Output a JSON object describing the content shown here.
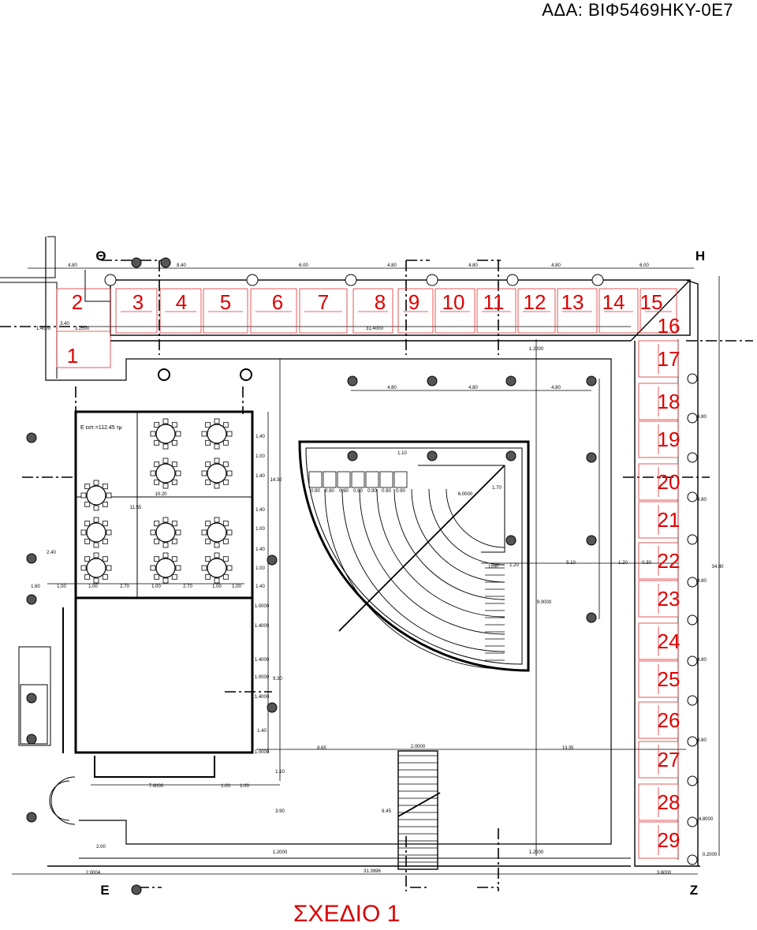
{
  "header": {
    "ada": "ΑΔΑ: ΒΙΦ5469ΗΚΥ-0Ε7"
  },
  "caption": "ΣΧΕΔΙΟ 1",
  "grid_labels": {
    "theta": "Θ",
    "eta": "Η",
    "epsilon": "Ε",
    "zeta": "Ζ"
  },
  "room_label": "Ε εστ.=112.45 τμ",
  "colors": {
    "stall_numbers": "#e00000",
    "stall_lines": "#e03030",
    "drawing": "#000000"
  },
  "stalls_top": [
    "2",
    "3",
    "4",
    "5",
    "6",
    "7",
    "8",
    "9",
    "10",
    "11",
    "12",
    "13",
    "14",
    "15"
  ],
  "stalls_corner": [
    "16"
  ],
  "stalls_right": [
    "17",
    "18",
    "19",
    "20",
    "21",
    "22",
    "23",
    "24",
    "25",
    "26",
    "27",
    "28",
    "29"
  ],
  "stall_left": [
    "1"
  ],
  "dims": {
    "top": [
      "4.80",
      "8.40",
      "6.00",
      "4.80",
      "4.80",
      "4.80",
      "6.00"
    ],
    "top_total": "31.4000",
    "left_small": [
      "3.40",
      "3.2500",
      "1.4000"
    ],
    "inner_top": [
      "4.80",
      "4.80",
      "4.80"
    ],
    "inner_mid": "1.2000",
    "right_col": [
      "4.80",
      "4.80",
      "4.80",
      "4.80",
      "4.80"
    ],
    "right_total": "34.80",
    "right_bottom": [
      "4.8000",
      "0.2000"
    ],
    "bottom": [
      "2.0004",
      "31.3996",
      "3.6000"
    ],
    "bottom_mid": [
      "1.2000",
      "1.2000"
    ],
    "hall_rows": [
      "1.60",
      "1.00",
      "1.00",
      "2.70",
      "1.00",
      "2.70",
      "1.00",
      "1.00"
    ],
    "hall_side": [
      "1.40",
      "1.00",
      "1.40",
      "1.40",
      "1.00",
      "1.40",
      "1.00",
      "1.40"
    ],
    "hall_total": "14.30",
    "hall_width": "10.20",
    "hall_depth": "11.55",
    "hall_left": "2.40",
    "kitchen_side": [
      "1.0000",
      "1.4000",
      "1.4000",
      "1.0000",
      "1.4000",
      "1.40",
      "1.0000"
    ],
    "kitchen_total": "9.30",
    "kitchen_bottom": [
      "7.6000",
      "1.00",
      "1.00"
    ],
    "stair_dims": [
      "8.65",
      "2.0000",
      "13.35",
      "6.45",
      "3.90",
      "2.00",
      "1.10"
    ],
    "theatre_seats": [
      "0.90",
      "0.90",
      "0.90",
      "0.90",
      "0.90",
      "0.90",
      "0.90"
    ],
    "theatre": [
      "6.0000",
      "1.70",
      "9.0000",
      "1.20",
      "1.20",
      "5.10",
      "1.20",
      "0.30",
      "1.20",
      "1.10"
    ]
  }
}
